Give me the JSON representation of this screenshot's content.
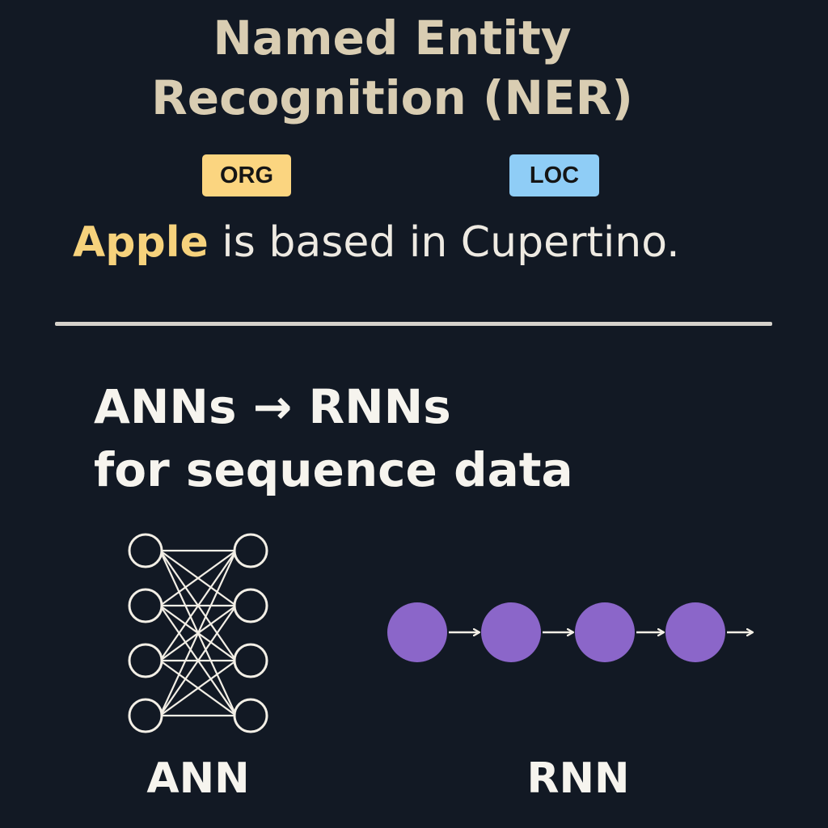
{
  "title": {
    "line1": "Named Entity",
    "line2": "Recognition (NER)"
  },
  "ner_example": {
    "tags": [
      {
        "label": "ORG",
        "color": "#fbd580"
      },
      {
        "label": "LOC",
        "color": "#8fcdf6"
      }
    ],
    "sentence": {
      "entity": "Apple",
      "entity_color": "#f6d27c",
      "rest": " is based in Cupertino."
    }
  },
  "heading": {
    "line1": "ANNs → RNNs",
    "line2": "for sequence data"
  },
  "diagram": {
    "ann": {
      "label": "ANN",
      "nodes_per_layer": 4,
      "layers": 2,
      "stroke_color": "#f3efe6"
    },
    "rnn": {
      "label": "RNN",
      "cells": 4,
      "cell_color": "#8b66c9",
      "arrow_color": "#f3efe6"
    }
  },
  "colors": {
    "background": "#121924",
    "title": "#d9cdb2",
    "text": "#eeeae2"
  }
}
